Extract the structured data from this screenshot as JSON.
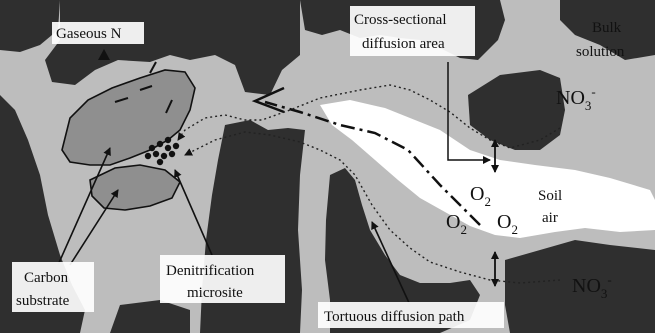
{
  "diagram": {
    "labels": {
      "gaseous_n": "Gaseous N",
      "cross_sectional_line1": "Cross-sectional",
      "cross_sectional_line2": "diffusion area",
      "bulk_line1": "Bulk",
      "bulk_line2": "solution",
      "no3": "NO",
      "no3_sub": "3",
      "no3_sup": "-",
      "o2": "O",
      "o2_sub": "2",
      "soil_line1": "Soil",
      "soil_line2": "air",
      "carbon_line1": "Carbon",
      "carbon_line2": "substrate",
      "denit_line1": "Denitrification",
      "denit_line2": "microsite",
      "tortuous": "Tortuous diffusion path"
    },
    "colors": {
      "soil_solid": "#2f2f2f",
      "water_film": "#bdbdbd",
      "air_pore": "#ffffff",
      "carbon_fill": "#8f8f8f"
    }
  }
}
